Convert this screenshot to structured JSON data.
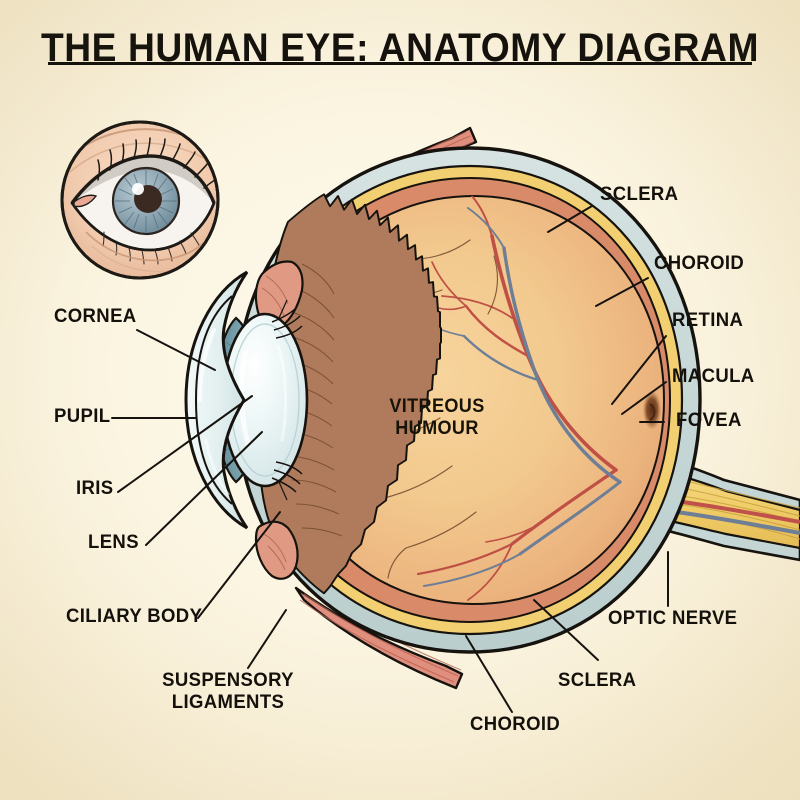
{
  "poster": {
    "title": "THE HUMAN EYE: ANATOMY DIAGRAM",
    "background_color": "#fbf5e2",
    "ink_color": "#14110c"
  },
  "inset": {
    "name": "external-eye-illustration",
    "skin_color": "#f3cdb0",
    "sclera_color": "#f7f4ef",
    "iris_color": "#8fa8b4",
    "pupil_color": "#3b2a22",
    "outline_color": "#1d1a16"
  },
  "palette": {
    "sclera": "#c9d9d8",
    "choroid": "#f2d071",
    "retina": "#d98a68",
    "vitreous_center": "#f4cd93",
    "vitreous_edge": "#e8ab74",
    "lens": "#e4eff0",
    "iris": "#8fb0ba",
    "pupil": "#3a2720",
    "ciliary_body": "#e09a84",
    "ciliary_processes": "#b07b5c",
    "cornea": "#dfeced",
    "optic_nerve": "#f2d071",
    "muscle": "#e0897a",
    "artery": "#c0504a",
    "vein": "#6d7e96",
    "macula": "#6b3a1e",
    "outline": "#16130f"
  },
  "labels": {
    "left": [
      {
        "id": "cornea",
        "text": "CORNEA"
      },
      {
        "id": "pupil",
        "text": "PUPIL"
      },
      {
        "id": "iris",
        "text": "IRIS"
      },
      {
        "id": "lens",
        "text": "LENS"
      },
      {
        "id": "ciliary_body",
        "text": "CILIARY BODY"
      }
    ],
    "bottom_left": [
      {
        "id": "suspensory_ligaments",
        "text": "SUSPENSORY\nLIGAMENTS"
      }
    ],
    "right": [
      {
        "id": "sclera_top",
        "text": "SCLERA"
      },
      {
        "id": "choroid_top",
        "text": "CHOROID"
      },
      {
        "id": "retina",
        "text": "RETINA"
      },
      {
        "id": "macula",
        "text": "MACULA"
      },
      {
        "id": "fovea",
        "text": "FOVEA"
      }
    ],
    "bottom_right": [
      {
        "id": "optic_nerve",
        "text": "OPTIC NERVE"
      },
      {
        "id": "sclera_bottom",
        "text": "SCLERA"
      }
    ],
    "bottom": [
      {
        "id": "choroid_bottom",
        "text": "CHOROID"
      }
    ],
    "inner": [
      {
        "id": "vitreous_humour",
        "text": "VITREOUS\nHUMOUR"
      }
    ]
  }
}
